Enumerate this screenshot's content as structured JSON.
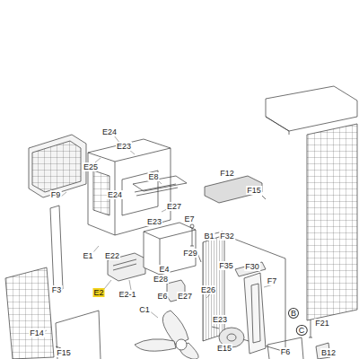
{
  "diagram": {
    "labels": [
      "E25",
      "E24",
      "E23",
      "E8",
      "F12",
      "F15",
      "F9",
      "E24",
      "E27",
      "E23",
      "E7",
      "B1",
      "F32",
      "F29",
      "E1",
      "E22",
      "E4",
      "F35",
      "F30",
      "F7",
      "F3",
      "E2",
      "E2-1",
      "E28",
      "E6",
      "E27",
      "E26",
      "F14",
      "C1",
      "E23",
      "E15",
      "B",
      "F21",
      "C",
      "F15",
      "F6",
      "B12"
    ]
  }
}
